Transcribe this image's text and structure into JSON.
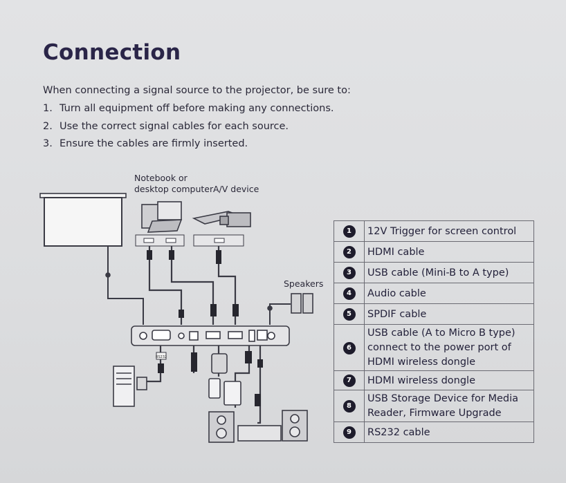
{
  "title": "Connection",
  "intro": "When connecting a signal source to the projector, be sure to:",
  "steps": [
    {
      "num": "1.",
      "text": "Turn all equipment off before making any connections."
    },
    {
      "num": "2.",
      "text": "Use the correct signal cables for each source."
    },
    {
      "num": "3.",
      "text": "Ensure the cables are firmly inserted."
    }
  ],
  "diagram": {
    "notebook_label_line1": "Notebook or",
    "notebook_label_line2": "desktop computer",
    "av_label": "A/V device",
    "speakers_label": "Speakers",
    "rs232_label": "RS232"
  },
  "legend": [
    {
      "num": "1",
      "text": "12V Trigger for screen control"
    },
    {
      "num": "2",
      "text": "HDMI cable"
    },
    {
      "num": "3",
      "text": "USB cable (Mini-B to A type)"
    },
    {
      "num": "4",
      "text": "Audio cable"
    },
    {
      "num": "5",
      "text": "SPDIF cable"
    },
    {
      "num": "6",
      "text": "USB cable (A to Micro B type) connect to the power port of HDMI wireless dongle"
    },
    {
      "num": "7",
      "text": "HDMI wireless dongle"
    },
    {
      "num": "8",
      "text": "USB Storage Device for Media Reader, Firmware Upgrade"
    },
    {
      "num": "9",
      "text": "RS232 cable"
    }
  ]
}
